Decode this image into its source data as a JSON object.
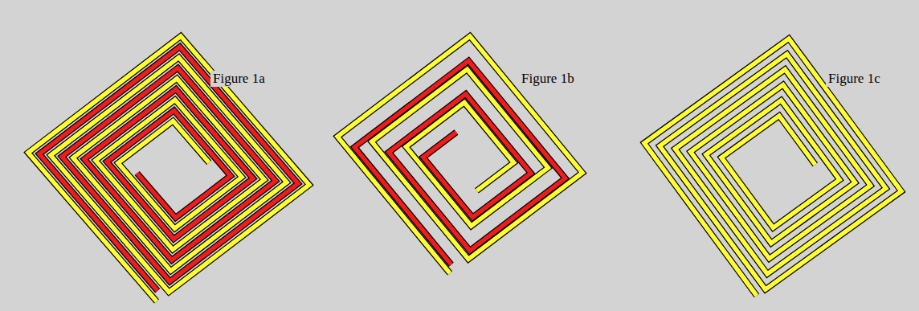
{
  "diagram": {
    "labels": [
      "Figure 1a",
      "Figure 1b",
      "Figure 1c"
    ]
  }
}
